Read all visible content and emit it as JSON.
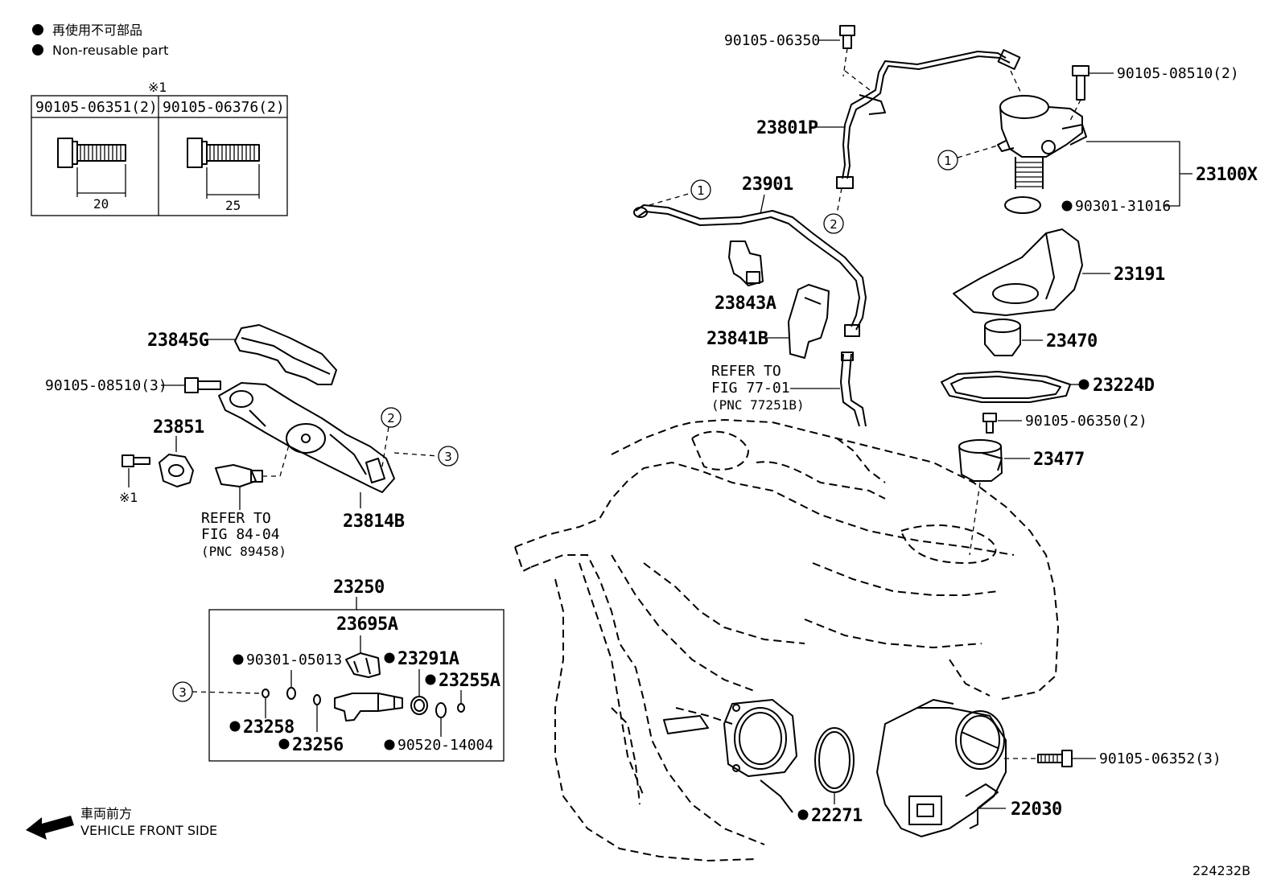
{
  "legend": {
    "nonreusable_jp": "再使用不可部品",
    "nonreusable_en": "Non-reusable part",
    "front_jp": "車両前方",
    "front_en": "VEHICLE FRONT SIDE"
  },
  "bolt_table": {
    "note": "※1",
    "col1_part": "90105-06351(2)",
    "col1_len": "20",
    "col2_part": "90105-06376(2)",
    "col2_len": "25"
  },
  "callouts": {
    "c1": "1",
    "c2": "2",
    "c3": "3"
  },
  "note_mark": "※1",
  "parts": {
    "p9010506350": "90105-06350",
    "p23801P": "23801P",
    "p9010508510_2": "90105-08510(2)",
    "p23100X": "23100X",
    "p9030131016": "90301-31016",
    "p23901": "23901",
    "p23843A": "23843A",
    "p23841B": "23841B",
    "p23191": "23191",
    "p23470": "23470",
    "p23224D": "23224D",
    "p9010506350_2": "90105-06350(2)",
    "p23477": "23477",
    "p23845G": "23845G",
    "p9010508510_3": "90105-08510(3)",
    "p23851": "23851",
    "p23814B": "23814B",
    "p23250": "23250",
    "p23695A": "23695A",
    "p9030105013": "90301-05013",
    "p23291A": "23291A",
    "p23255A": "23255A",
    "p23258": "23258",
    "p23256": "23256",
    "p9052014004": "90520-14004",
    "p22271": "22271",
    "p22030": "22030",
    "p9010506352_3": "90105-06352(3)"
  },
  "refer1": {
    "l1": "REFER TO",
    "l2": "FIG 84-04",
    "l3": "(PNC 89458)"
  },
  "refer2": {
    "l1": "REFER TO",
    "l2": "FIG 77-01",
    "l3": "(PNC 77251B)"
  },
  "figure_id": "224232B"
}
